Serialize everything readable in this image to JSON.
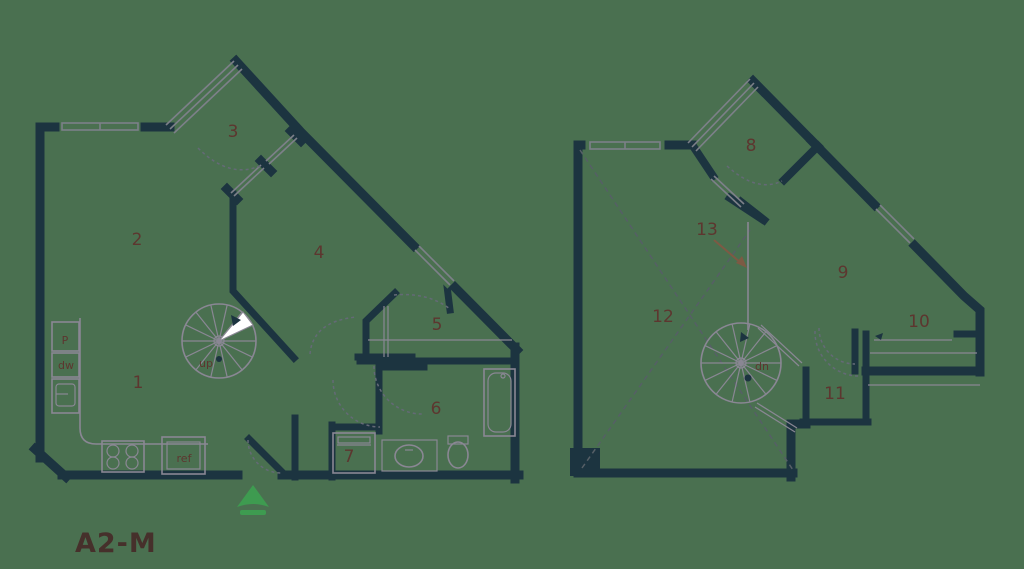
{
  "title": {
    "label": "A2-M"
  },
  "colors": {
    "background": "#4a7050",
    "wall": "#1c3440",
    "fixture_gray": "#8a8794",
    "room_label_brown": "#5d362f",
    "title_brown": "#46302b",
    "entry_arrow_green": "#3e9b50",
    "callout_arrow_brown": "#7d5a44"
  },
  "floor1": {
    "room_numbers": {
      "r1": "1",
      "r2": "2",
      "r3": "3",
      "r4": "4",
      "r5": "5",
      "r6": "6",
      "r7": "7"
    },
    "annotations": {
      "stair_direction": "up",
      "pantry": "P",
      "dishwasher": "dw",
      "refrigerator": "ref"
    }
  },
  "floor2": {
    "room_numbers": {
      "r8": "8",
      "r9": "9",
      "r10": "10",
      "r11": "11",
      "r12": "12",
      "r13": "13"
    },
    "annotations": {
      "stair_direction": "dn"
    }
  }
}
